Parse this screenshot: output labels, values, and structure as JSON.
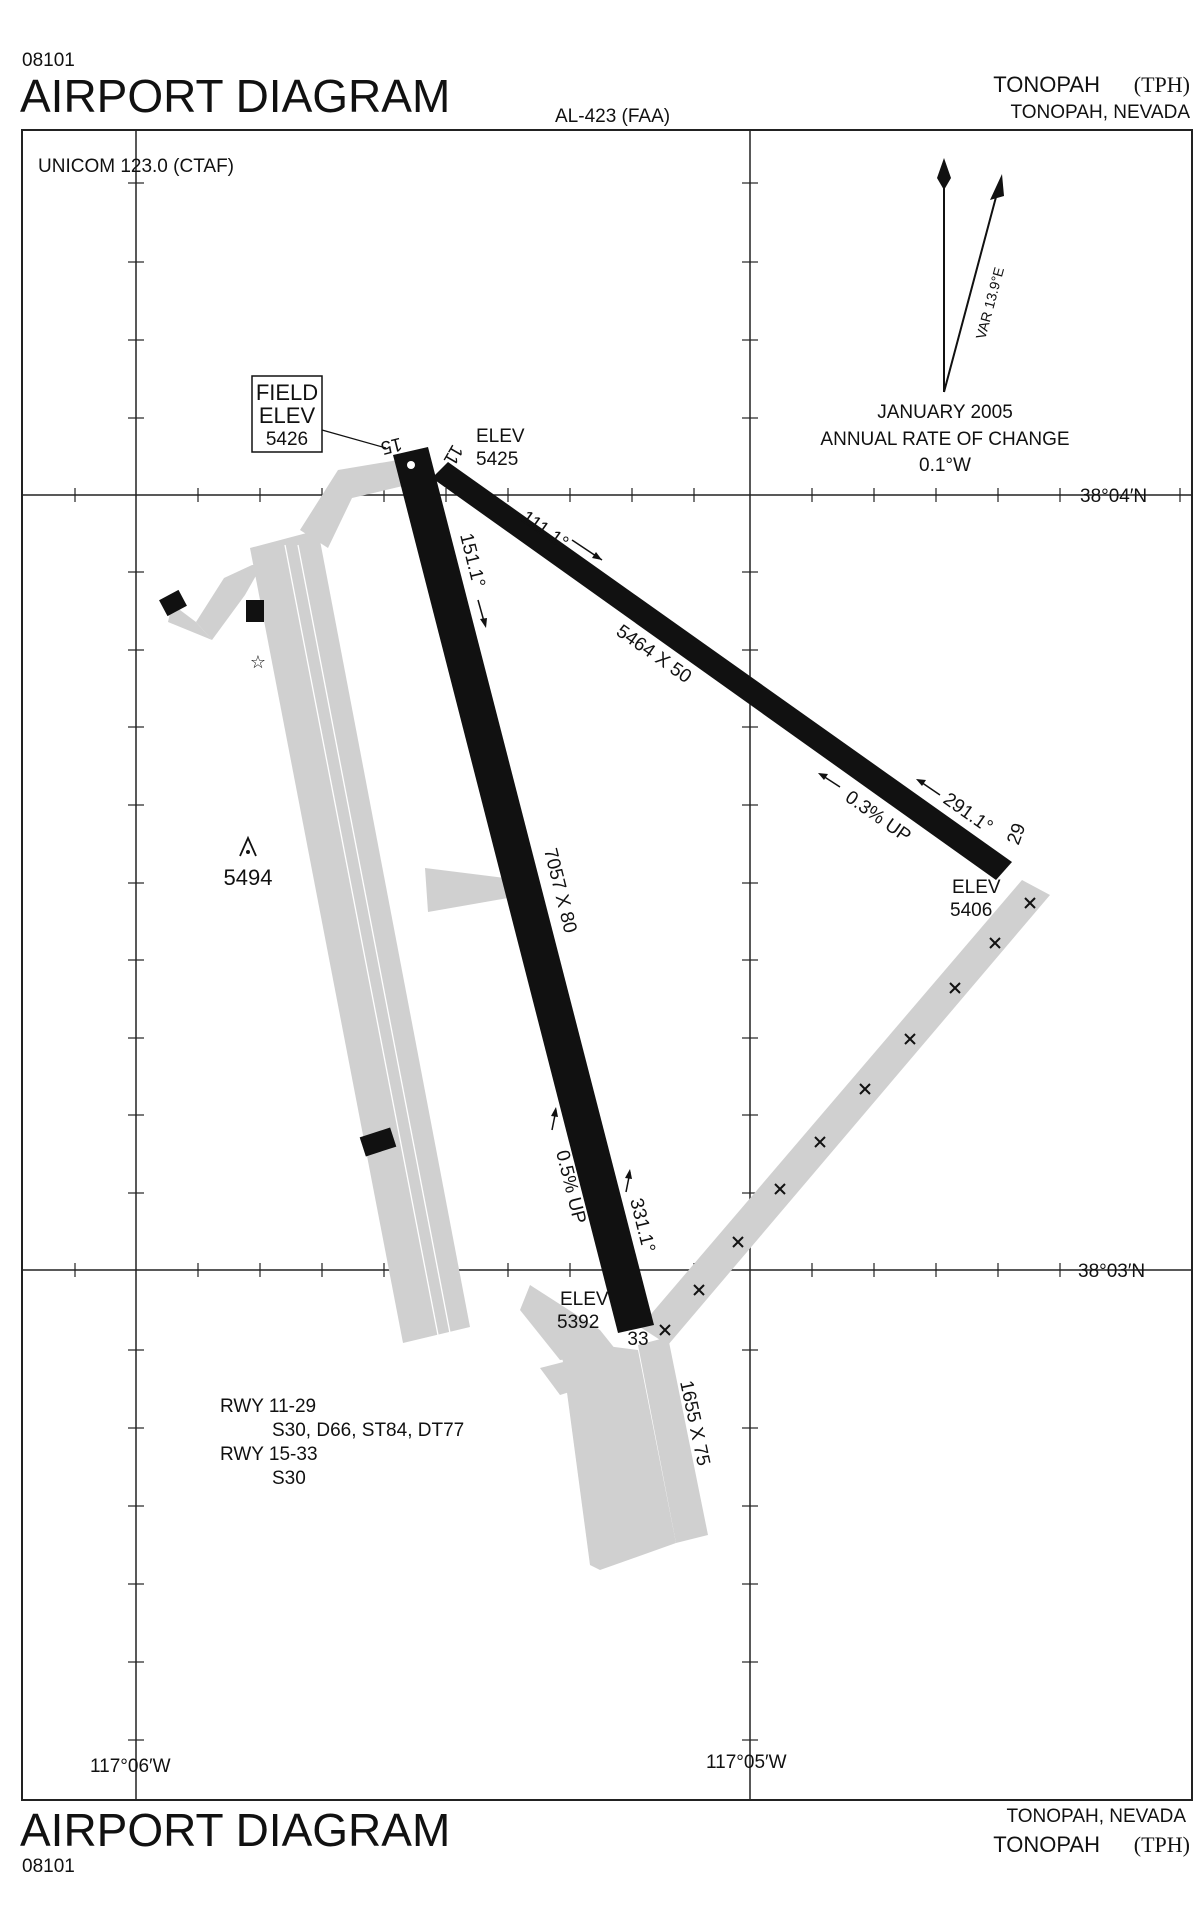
{
  "header": {
    "chart_number": "08101",
    "title": "AIRPORT DIAGRAM",
    "procedure_id": "AL-423 (FAA)",
    "airport_name": "TONOPAH",
    "airport_id": "(TPH)",
    "city_state": "TONOPAH, NEVADA"
  },
  "footer": {
    "title": "AIRPORT DIAGRAM",
    "chart_number": "08101",
    "city_state": "TONOPAH, NEVADA",
    "airport_name": "TONOPAH",
    "airport_id": "(TPH)"
  },
  "comms": {
    "unicom": "UNICOM 123.0 (CTAF)"
  },
  "field_elev": {
    "line1": "FIELD",
    "line2": "ELEV",
    "value": "5426"
  },
  "magnetic": {
    "variation": "VAR 13.9°E",
    "date": "JANUARY 2005",
    "rate_label": "ANNUAL RATE OF CHANGE",
    "rate_value": "0.1°W"
  },
  "coords": {
    "lat_north": "38°04′N",
    "lat_south": "38°03′N",
    "lon_west": "117°06′W",
    "lon_east": "117°05′W"
  },
  "runway_11_29": {
    "end_11": "11",
    "end_29": "29",
    "elev_11_label": "ELEV",
    "elev_11": "5425",
    "elev_29_label": "ELEV",
    "elev_29": "5406",
    "heading_11": "111.1°",
    "heading_29": "291.1°",
    "dimensions": "5464 X 50",
    "gradient": "0.3% UP"
  },
  "runway_15_33": {
    "end_15": "15",
    "end_33": "33",
    "elev_33_label": "ELEV",
    "elev_33": "5392",
    "heading_15": "151.1°",
    "heading_33": "331.1°",
    "dimensions": "7057 X 80",
    "gradient": "0.5% UP"
  },
  "other_runway": {
    "dimensions": "1655 X 75"
  },
  "obstacle": {
    "elevation": "5494"
  },
  "weights": {
    "rwy_a": "RWY 11-29",
    "rwy_a_values": "S30, D66, ST84, DT77",
    "rwy_b": "RWY 15-33",
    "rwy_b_values": "S30"
  },
  "colors": {
    "runway": "#111111",
    "taxiway": "#d0d0d0",
    "border": "#222222"
  }
}
